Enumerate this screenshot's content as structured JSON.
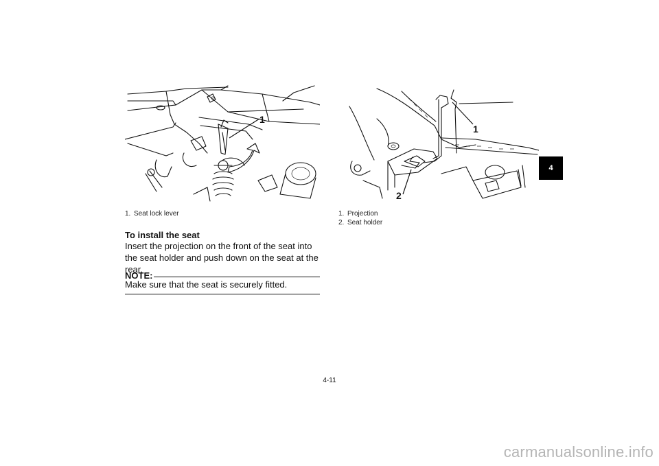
{
  "figure_left": {
    "callout": "1",
    "caption": [
      {
        "num": "1.",
        "text": "Seat lock lever"
      }
    ]
  },
  "figure_right": {
    "callout_1": "1",
    "callout_2": "2",
    "caption": [
      {
        "num": "1.",
        "text": "Projection"
      },
      {
        "num": "2.",
        "text": "Seat holder"
      }
    ]
  },
  "section": {
    "heading": "To install the seat",
    "body": "Insert the projection on the front of the seat into the seat holder and push down on the seat at the rear."
  },
  "note": {
    "label": "NOTE:",
    "text": "Make sure that the seat is securely fitted."
  },
  "page_number": "4-11",
  "chapter_tab": "4",
  "watermark": "carmanualsonline.info"
}
